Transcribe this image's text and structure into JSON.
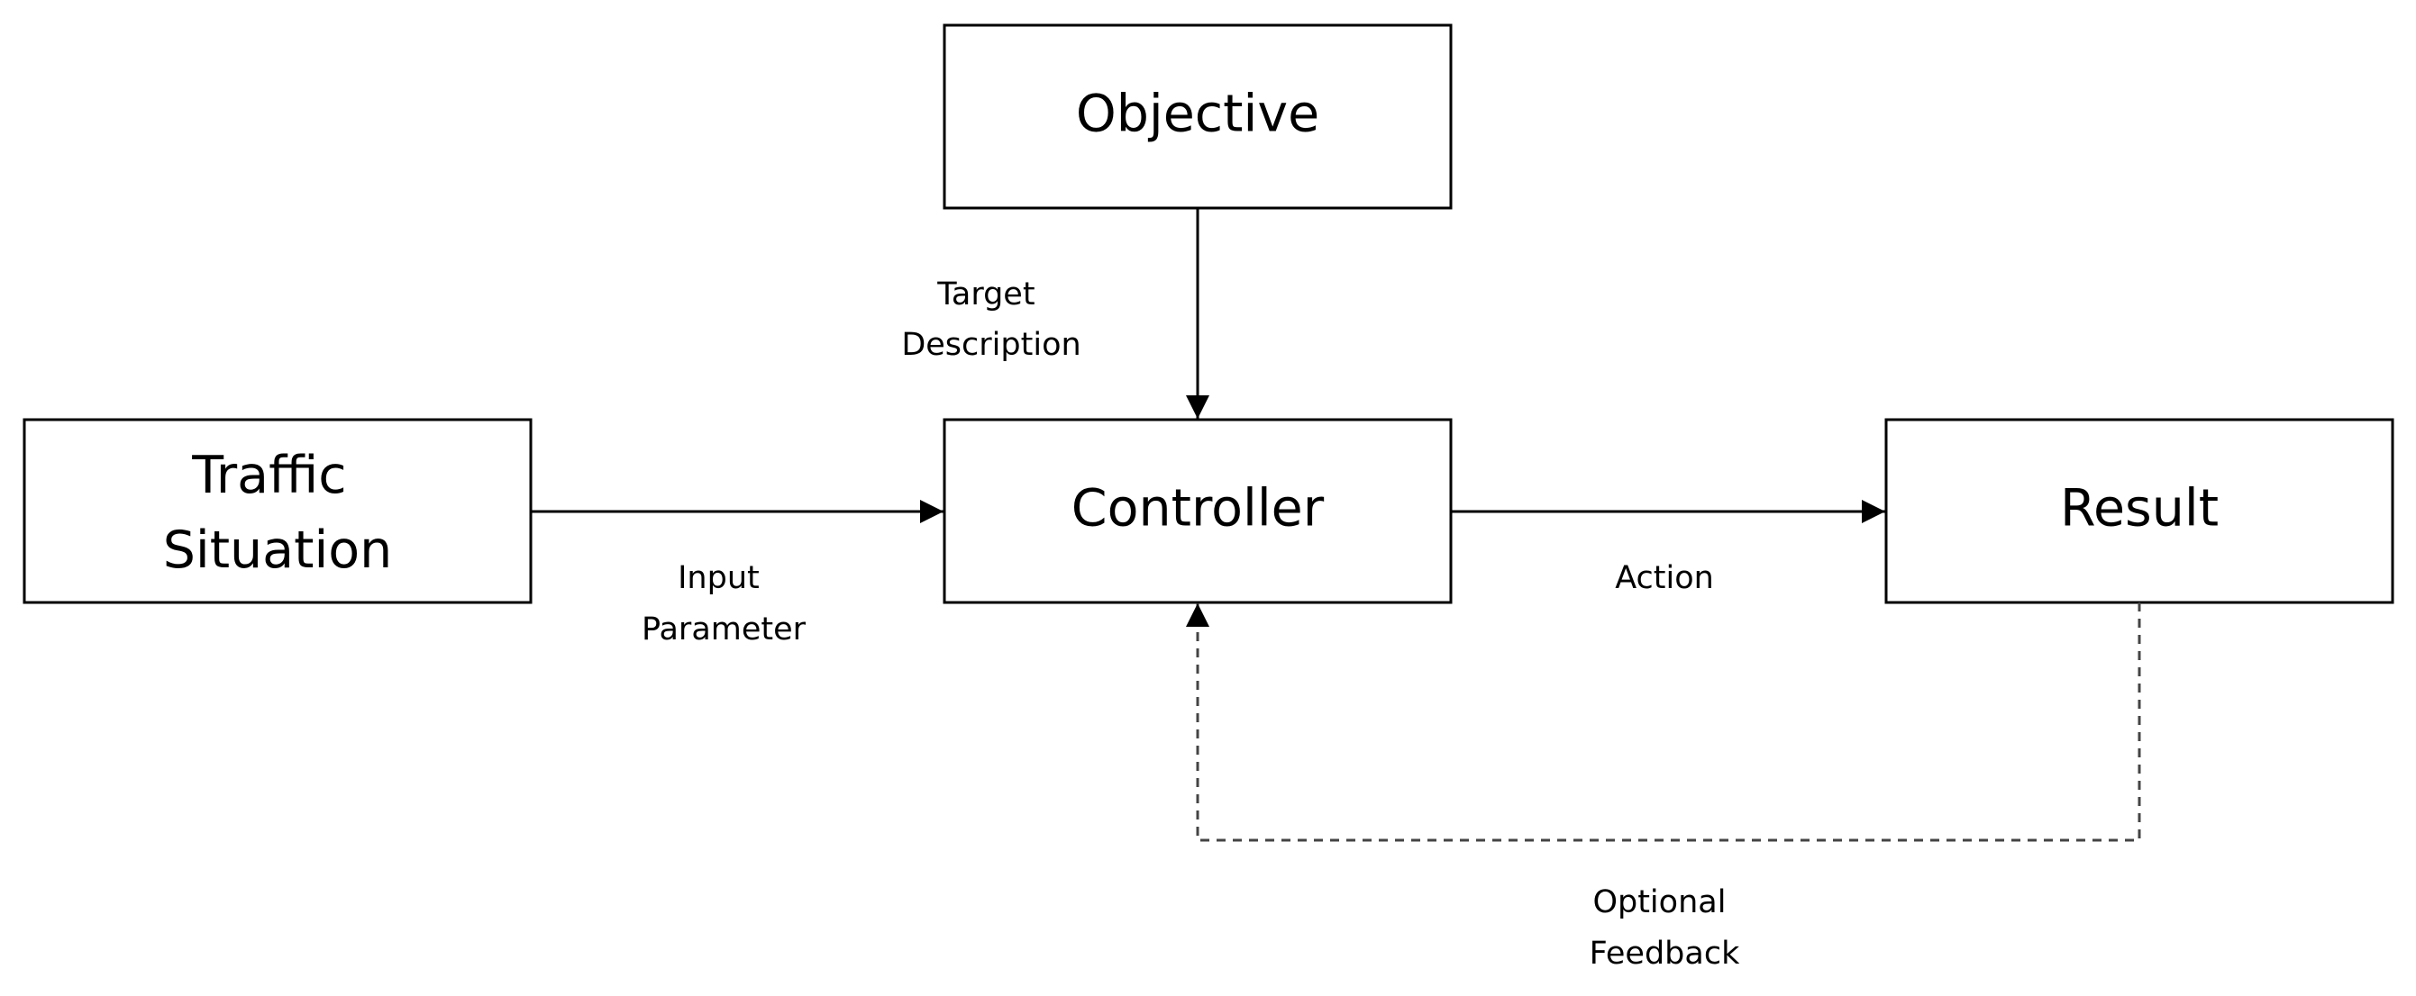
{
  "nodes": {
    "objective": {
      "label": "Objective"
    },
    "traffic": {
      "label_lines": [
        "Traffic",
        "Situation"
      ]
    },
    "controller": {
      "label": "Controller"
    },
    "result": {
      "label": "Result"
    }
  },
  "edges": {
    "target_description": {
      "label_lines": [
        "Target",
        "Description"
      ]
    },
    "input_parameter": {
      "label_lines": [
        "Input",
        "Parameter"
      ]
    },
    "action": {
      "label": "Action"
    },
    "optional_feedback": {
      "label_lines": [
        "Optional",
        "Feedback"
      ]
    }
  },
  "colors": {
    "stroke": "#000000",
    "feedback_stroke": "#444444",
    "background": "#ffffff"
  }
}
